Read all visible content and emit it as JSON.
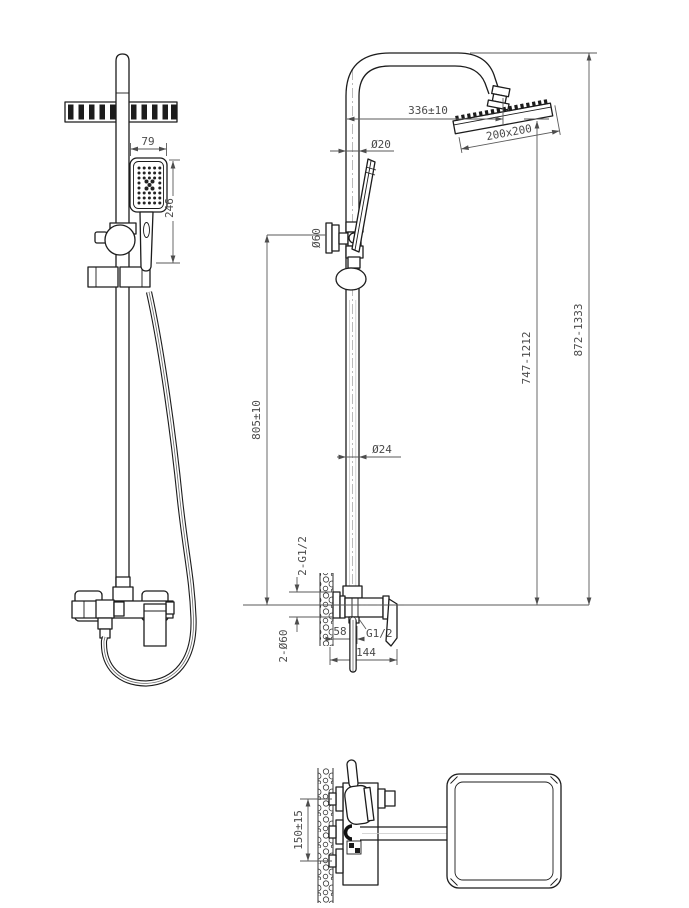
{
  "drawing": {
    "title": "shower-column-technical-drawing",
    "colors": {
      "background": "#ffffff",
      "object_line": "#1c1c1c",
      "dimension_line": "#5a5a5a",
      "centerline": "#b3b3b3"
    },
    "dims": {
      "front_head_width": "79",
      "front_handshower_len": "246",
      "arm_reach": "336±10",
      "head_size": "200x200",
      "top_pipe_dia": "Ø20",
      "bracket_flange_dia": "Ø60",
      "riser_height": "805±10",
      "head_height_range": "747-1212",
      "total_height_range": "872-1333",
      "riser_dia": "Ø24",
      "inlet_thread": "2-G1/2",
      "flange_dia": "2-Ø60",
      "wall_to_outlet": "58",
      "outlet_thread": "G1/2",
      "body_length": "144",
      "inlet_spacing": "150±15"
    }
  }
}
